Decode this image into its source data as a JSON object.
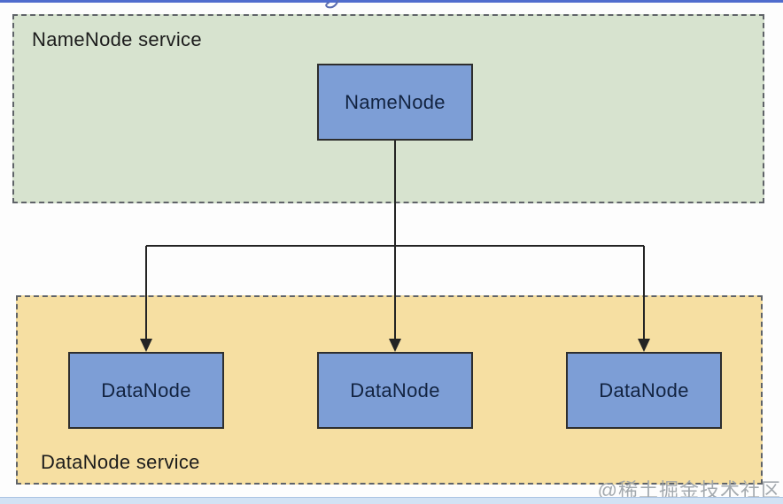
{
  "groups": {
    "namenode_service_label": "NameNode service",
    "datanode_service_label": "DataNode service"
  },
  "nodes": {
    "namenode": {
      "label": "NameNode"
    },
    "datanodes": [
      {
        "label": "DataNode"
      },
      {
        "label": "DataNode"
      },
      {
        "label": "DataNode"
      }
    ]
  },
  "edges": [
    {
      "from": "namenode",
      "to": "datanode-1",
      "style": "arrow"
    },
    {
      "from": "namenode",
      "to": "datanode-2",
      "style": "arrow"
    },
    {
      "from": "namenode",
      "to": "datanode-3",
      "style": "arrow"
    }
  ],
  "watermark": "@稀土掘金技术社区",
  "colors": {
    "green_fill": "#d7e3cf",
    "yellow_fill": "#f6dfa2",
    "node_fill": "#7d9ed6",
    "node_border": "#2e2e2e",
    "dashed_border": "#5f6368",
    "connector": "#242424",
    "top_line": "#4f6ccd",
    "bottom_band": "#d2e2f4",
    "watermark_color": "#9aa0a6"
  }
}
